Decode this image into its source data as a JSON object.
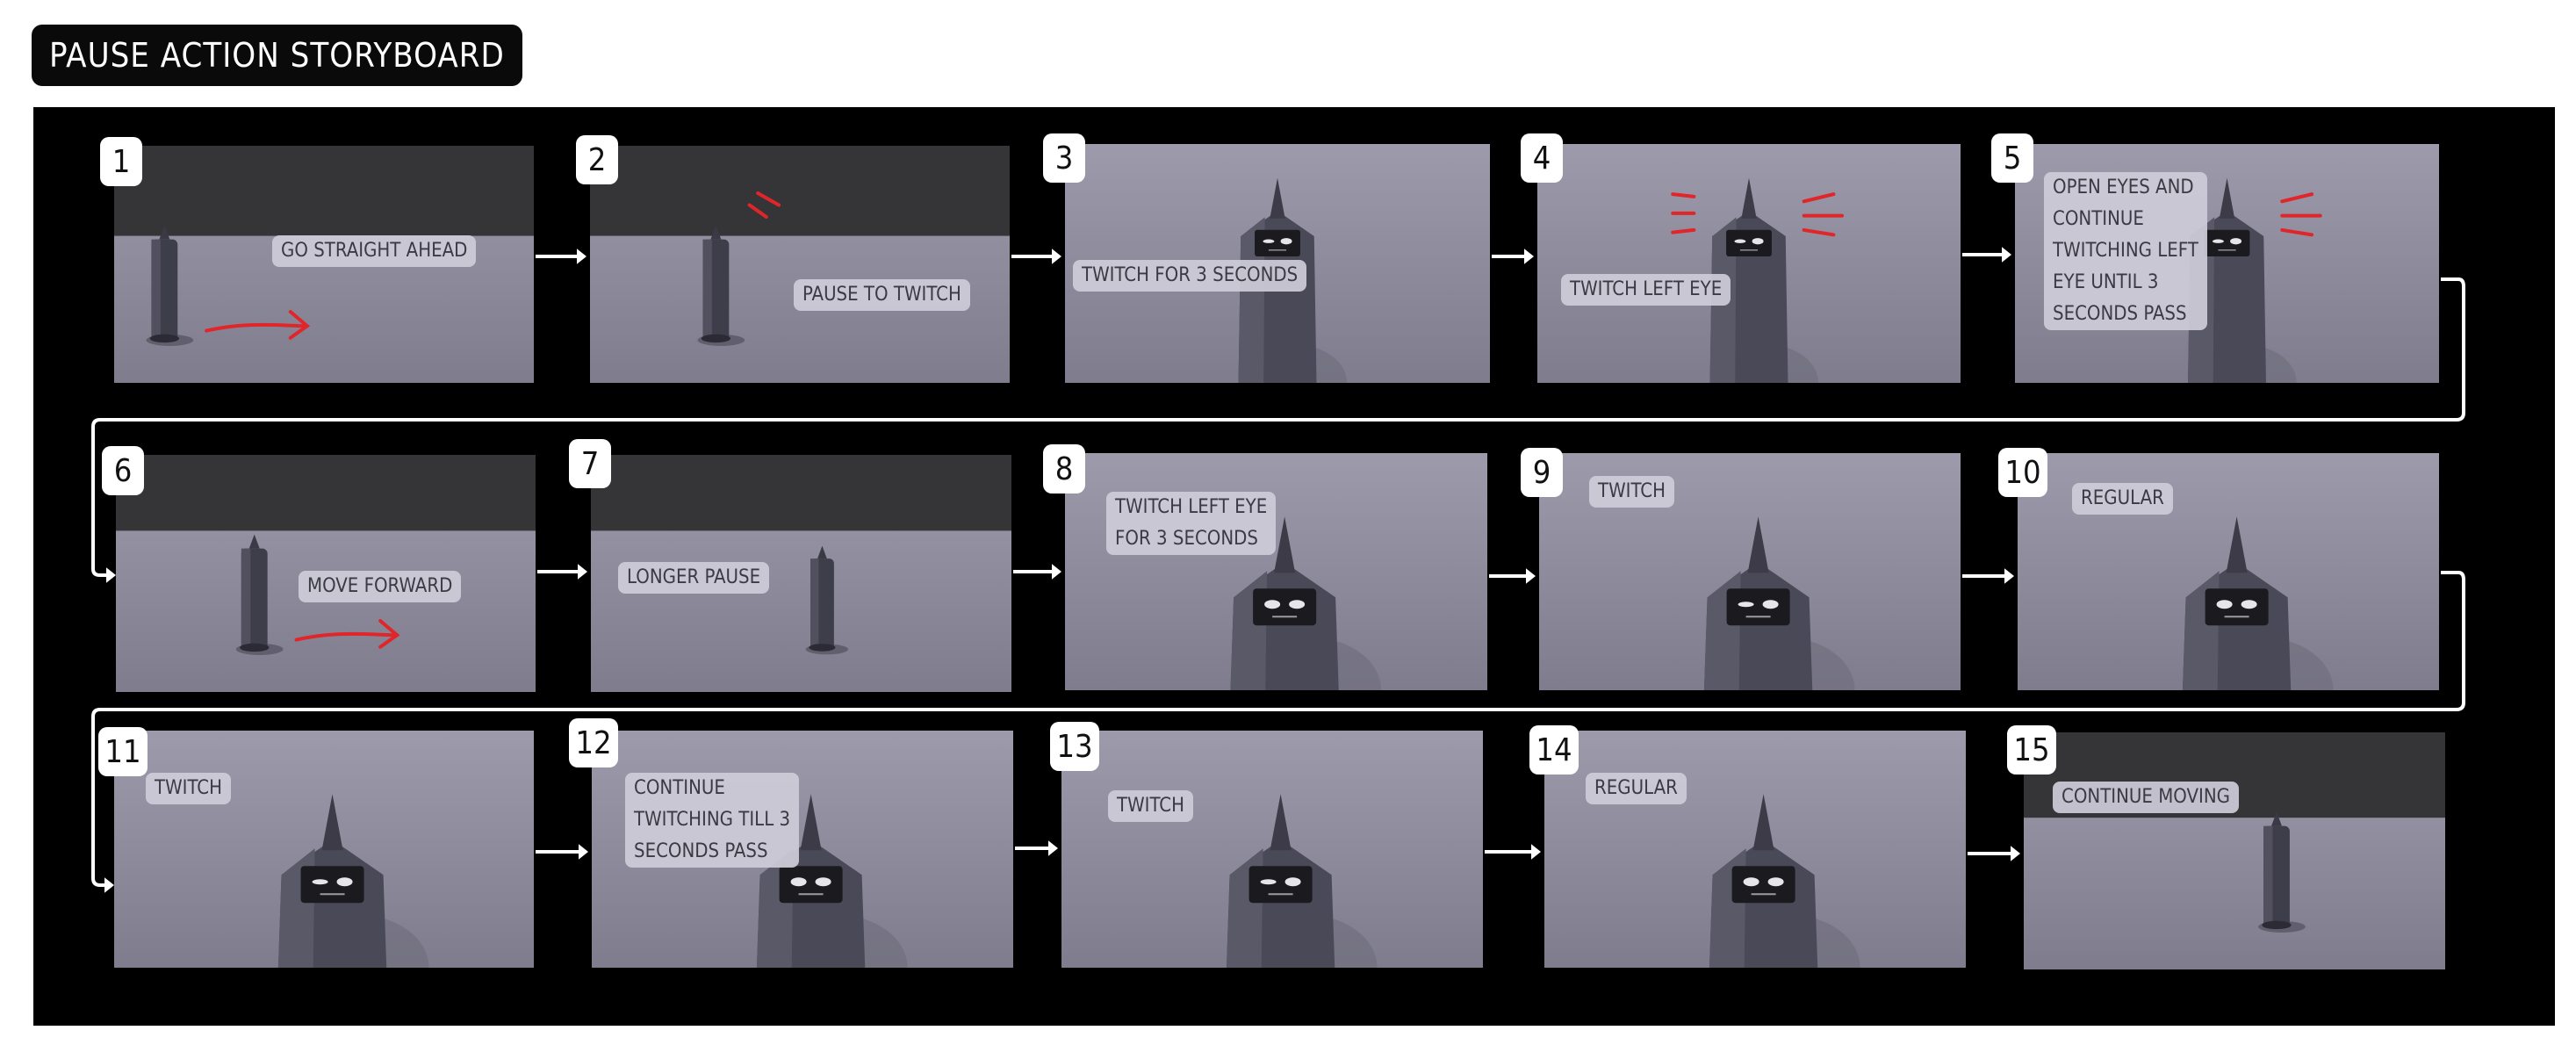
{
  "title": "PAUSE ACTION STORYBOARD",
  "colors": {
    "board": "#000000",
    "frame_bg": "#8a8898",
    "wall": "#353537",
    "arrow": "#ffffff",
    "motion_mark": "#e0262a"
  },
  "frames": [
    {
      "number": "1",
      "caption": [
        "GO  STRAIGHT AHEAD"
      ]
    },
    {
      "number": "2",
      "caption": [
        "PAUSE TO TWITCH"
      ]
    },
    {
      "number": "3",
      "caption": [
        "TWITCH FOR 3 SECONDS"
      ]
    },
    {
      "number": "4",
      "caption": [
        "TWITCH LEFT EYE"
      ]
    },
    {
      "number": "5",
      "caption": [
        "OPEN EYES  AND",
        "CONTINUE",
        "TWITCHING LEFT",
        "EYE UNTIL 3",
        "SECONDS PASS"
      ]
    },
    {
      "number": "6",
      "caption": [
        "MOVE FORWARD"
      ]
    },
    {
      "number": "7",
      "caption": [
        "LONGER PAUSE"
      ]
    },
    {
      "number": "8",
      "caption": [
        "TWITCH LEFT EYE",
        "FOR 3 SECONDS"
      ]
    },
    {
      "number": "9",
      "caption": [
        "TWITCH"
      ]
    },
    {
      "number": "10",
      "caption": [
        "REGULAR"
      ]
    },
    {
      "number": "11",
      "caption": [
        "TWITCH"
      ]
    },
    {
      "number": "12",
      "caption": [
        "CONTINUE",
        "TWITCHING TILL 3",
        "SECONDS PASS"
      ]
    },
    {
      "number": "13",
      "caption": [
        "TWITCH"
      ]
    },
    {
      "number": "14",
      "caption": [
        "REGULAR"
      ]
    },
    {
      "number": "15",
      "caption": [
        "CONTINUE MOVING"
      ]
    }
  ]
}
